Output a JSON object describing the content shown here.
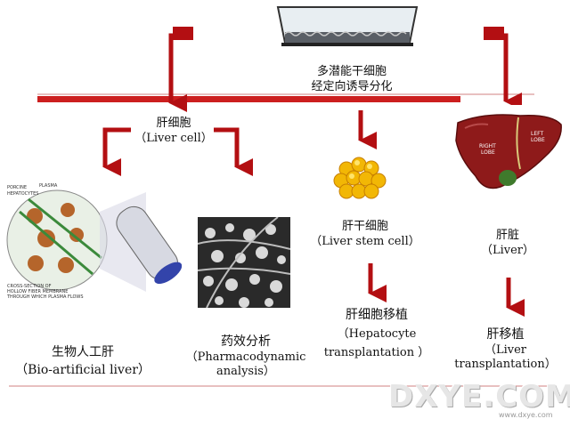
{
  "top_center": {
    "line1": "多潜能干细胞",
    "line2": "经定向诱导分化"
  },
  "liver_cell": {
    "cn": "肝细胞",
    "en": "（Liver cell）"
  },
  "liver_stem_cell": {
    "cn": "肝干细胞",
    "en": "（Liver stem cell）"
  },
  "liver": {
    "cn": "肝脏",
    "en": "（Liver）"
  },
  "bio_artificial_liver": {
    "cn": "生物人工肝",
    "en": "（Bio-artificial liver）"
  },
  "pharmacodynamic": {
    "cn": "药效分析",
    "en1": "（Pharmacodynamic",
    "en2": "analysis）"
  },
  "hepatocyte_tx": {
    "cn": "肝细胞移植",
    "en1": "（Hepatocyte",
    "en2": "transplantation ）"
  },
  "liver_tx": {
    "cn": "肝移植",
    "en1": "（Liver",
    "en2": "transplantation）"
  },
  "bioreactor_labels": {
    "plasma": "PLASMA",
    "porcine": "PORCINE",
    "hepatocytes": "HEPATOCYTES",
    "cross_section": "CROSS-SECTION OF",
    "hollow_fiber": "HOLLOW FIBER MEMBRANE",
    "plasma_flows": "THROUGH WHICH PLASMA FLOWS"
  },
  "liver_image_labels": {
    "right_lobe": "RIGHT\nLOBE",
    "left_lobe": "LEFT\nLOBE"
  },
  "watermark": {
    "text": "DXYE.COM",
    "small": "www.dxye.com"
  },
  "colors": {
    "arrow": "#b30f12",
    "line": "#cc1f1f",
    "cell": "#f2b705",
    "liver": "#8e1a1a"
  }
}
